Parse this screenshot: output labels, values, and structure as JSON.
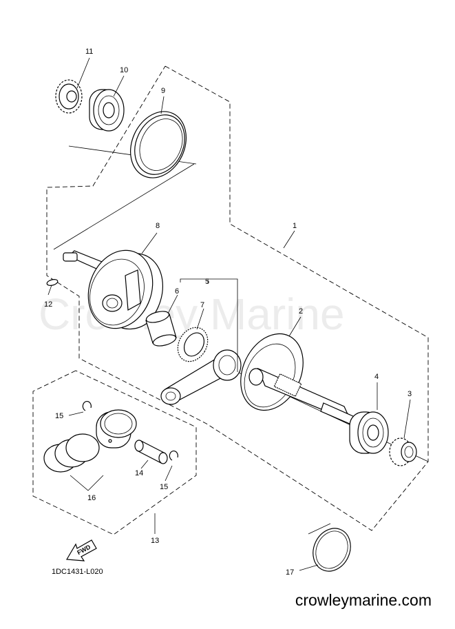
{
  "watermark": "Crowley Marine",
  "footer_site": "crowleymarine.com",
  "diagram_code": "1DC1431-L020",
  "fwd_label": "FWD",
  "callouts": {
    "c1": "1",
    "c2": "2",
    "c3": "3",
    "c4": "4",
    "c5": "5",
    "c6": "6",
    "c7": "7",
    "c8": "8",
    "c9": "9",
    "c10": "10",
    "c11": "11",
    "c12": "12",
    "c13": "13",
    "c14": "14",
    "c15a": "15",
    "c15b": "15",
    "c16": "16",
    "c17": "17"
  }
}
